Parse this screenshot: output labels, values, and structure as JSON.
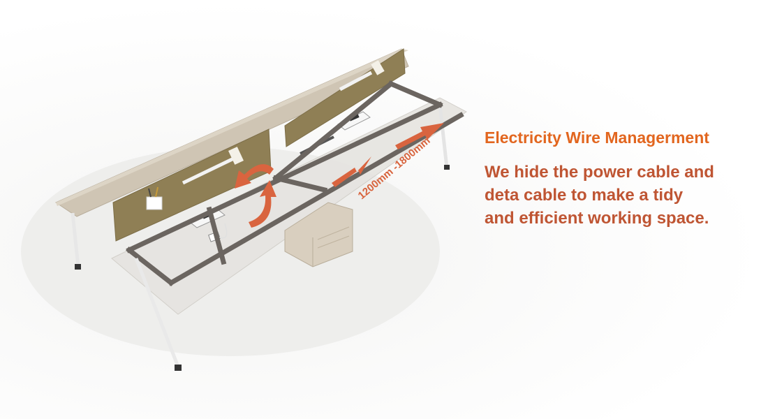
{
  "heading": "Electricity Wire Managerment",
  "description": "We hide the power cable and deta cable to make a tidy and efficient working space.",
  "dimension_label": "1200mm -1800mm",
  "colors": {
    "heading": "#e2661f",
    "description": "#bf5533",
    "arrow": "#d9643f",
    "frame": "#6b6560",
    "panel": "#8f7f55",
    "desktop": "#d9d3c8"
  }
}
